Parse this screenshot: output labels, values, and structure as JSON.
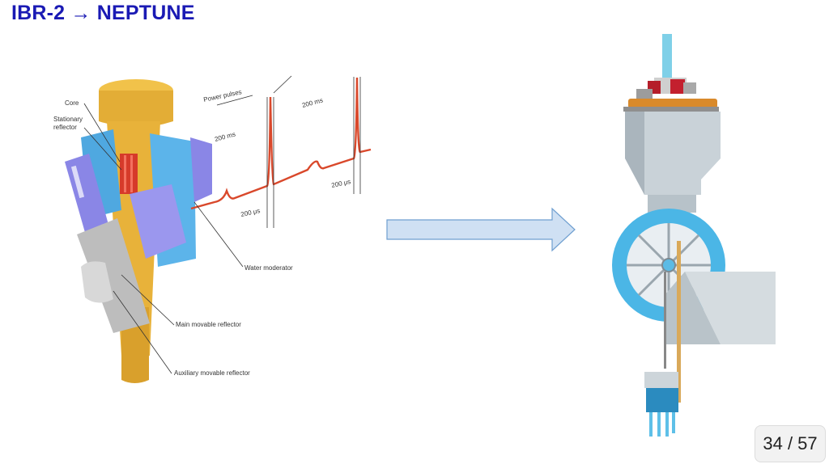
{
  "slide": {
    "title": "IBR-2 → NEPTUNE",
    "page_counter": "34 / 57"
  },
  "left_diagram": {
    "labels": {
      "core": "Core",
      "stationary_reflector_1": "Stationary",
      "stationary_reflector_2": "reflector",
      "power_pulses": "Power pulses",
      "interval_1": "200 ms",
      "interval_2": "200 ms",
      "pulse_width_1": "200 μs",
      "pulse_width_2": "200 μs",
      "water_moderator": "Water moderator",
      "main_movable_reflector": "Main movable reflector",
      "auxiliary_movable_reflector": "Auxiliary movable reflector"
    }
  },
  "colors": {
    "title": "#1a1ab4",
    "pulse_trace": "#d9482b",
    "arrow_fill": "#cfe0f3",
    "arrow_stroke": "#6f9fd0",
    "core": "#e8b23a",
    "reflector_blue": "#4fa8e0",
    "reflector_violet": "#8a86e6",
    "reflector_grey": "#b8b8b8",
    "wheel_blue": "#4bb6e6"
  }
}
